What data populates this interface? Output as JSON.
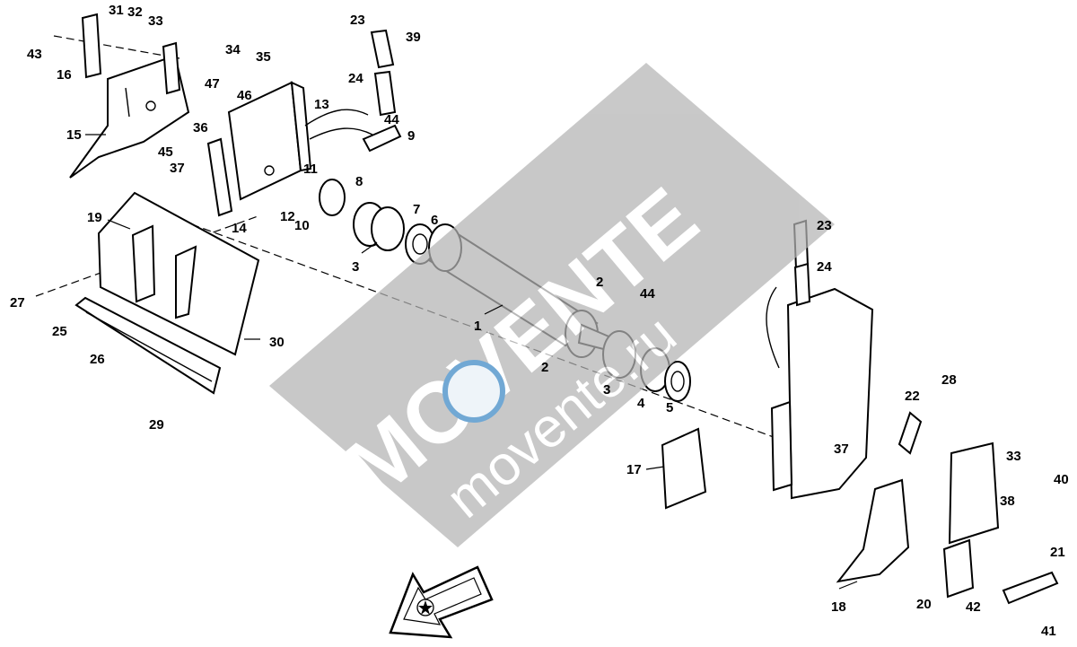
{
  "watermark": {
    "brand": "MOVENTE",
    "site": "movente.ru",
    "color": "#b4b4b4"
  },
  "callouts": [
    "1",
    "2",
    "2",
    "3",
    "3",
    "4",
    "5",
    "6",
    "7",
    "8",
    "9",
    "10",
    "11",
    "12",
    "13",
    "14",
    "15",
    "16",
    "17",
    "18",
    "19",
    "20",
    "21",
    "22",
    "23",
    "23",
    "24",
    "24",
    "25",
    "26",
    "27",
    "28",
    "29",
    "30",
    "31",
    "32",
    "33",
    "33",
    "34",
    "35",
    "36",
    "37",
    "37",
    "38",
    "39",
    "40",
    "41",
    "42",
    "43",
    "44",
    "44",
    "45",
    "46",
    "47"
  ],
  "icons": {
    "direction_arrow": "flow-direction-arrow-icon",
    "emblem": "star-emblem-icon"
  }
}
